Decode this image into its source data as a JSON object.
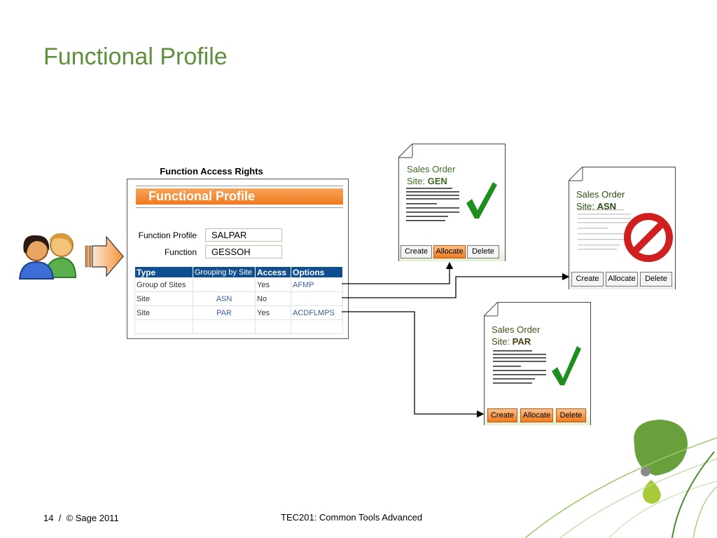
{
  "slide": {
    "title": "Functional Profile"
  },
  "access_rights": {
    "caption": "Function Access Rights",
    "banner": "Functional Profile",
    "profile_label": "Function Profile",
    "profile_value": "SALPAR",
    "function_label": "Function",
    "function_value": "GESSOH",
    "table": {
      "headers": [
        "Type",
        "Grouping by Site",
        "Access",
        "Options"
      ],
      "rows": [
        [
          "Group of Sites",
          "",
          "Yes",
          "AFMP"
        ],
        [
          "Site",
          "ASN",
          "No",
          ""
        ],
        [
          "Site",
          "PAR",
          "Yes",
          "ACDFLMPS"
        ],
        [
          "",
          "",
          "",
          ""
        ]
      ]
    }
  },
  "documents": {
    "gen": {
      "title": "Sales Order",
      "site_prefix": "Site: ",
      "site": "GEN",
      "status": "allowed",
      "buttons": [
        "Create",
        "Allocate",
        "Delete"
      ]
    },
    "asn": {
      "title": "Sales Order",
      "site_prefix": "Site: ",
      "site": "ASN",
      "status": "denied",
      "buttons": [
        "Create",
        "Allocate",
        "Delete"
      ]
    },
    "par": {
      "title": "Sales Order",
      "site_prefix": "Site: ",
      "site": "PAR",
      "status": "allowed",
      "buttons": [
        "Create",
        "Allocate",
        "Delete"
      ]
    }
  },
  "footer": {
    "page": "14",
    "separator": "/",
    "copyright": "© Sage 2011",
    "course": "TEC201: Common Tools Advanced"
  },
  "colors": {
    "title_green": "#5e8f3a",
    "header_blue": "#0f4e8f",
    "banner_orange": "#f07a1e",
    "check_green": "#1e8f1e",
    "stop_red": "#d01f1f",
    "doc_title_gen": "#3d6b1f",
    "doc_title_par": "#3d4f12",
    "site_gen": "#3d6b1f",
    "site_asn": "#2d4d12",
    "site_par": "#4a3d0e"
  }
}
